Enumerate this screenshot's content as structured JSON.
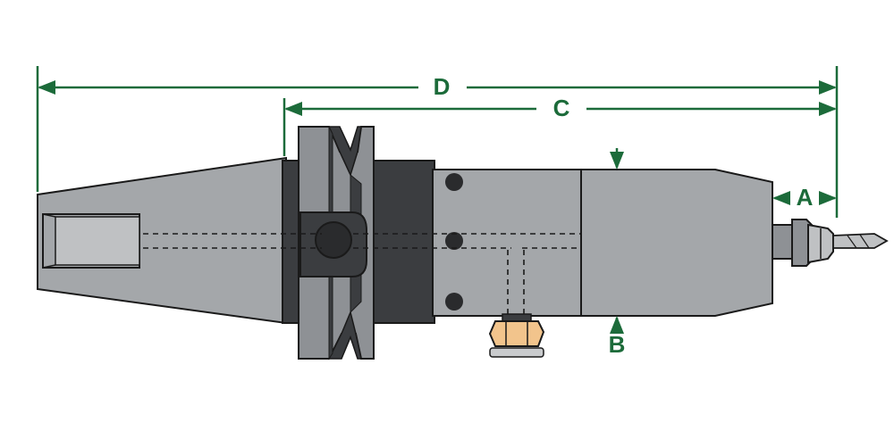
{
  "colors": {
    "dimension": "#1c6b3a",
    "body_light": "#a4a7aa",
    "body_mid": "#8e9195",
    "body_dark": "#3b3d40",
    "outline": "#1a1a1a",
    "nut": "#f2c48c",
    "washer": "#c9cbcd",
    "hole": "#2a2b2d"
  },
  "dimensions": {
    "d_label": "D",
    "c_label": "C",
    "a_label": "A",
    "b_label": "B"
  },
  "parts": {
    "taper_shank": "taper-shank",
    "flange": "v-flange",
    "body": "tool-body",
    "spindle_head": "spindle-head",
    "collet_nose": "collet-nose",
    "drill_bit": "drill-bit",
    "coolant_nut": "coolant-nut"
  }
}
